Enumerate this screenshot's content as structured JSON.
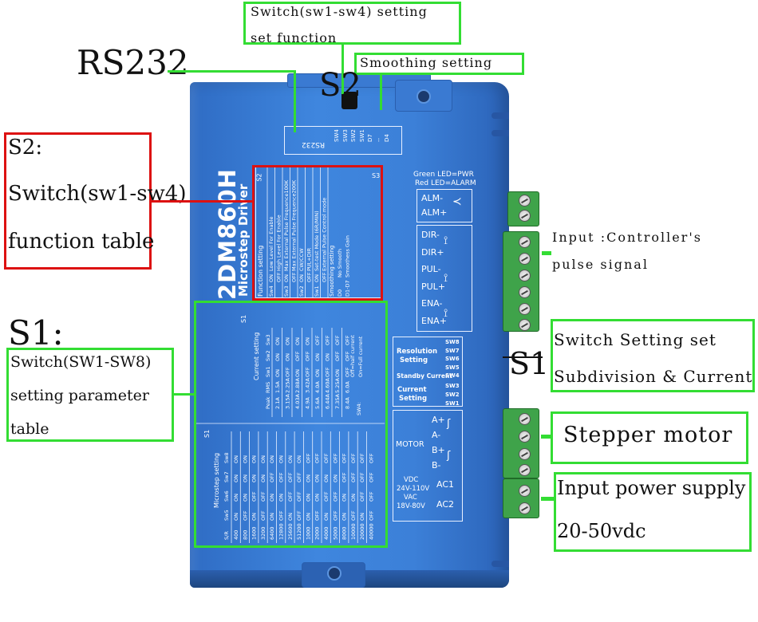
{
  "annotations": {
    "switch_setting_top": [
      "Switch(sw1-sw4) setting",
      "set function"
    ],
    "smoothing": "Smoothing setting",
    "rs232": "RS232",
    "s2_marker": "S2",
    "s2_table": [
      "S2:",
      "Switch(sw1-sw4)",
      "function table"
    ],
    "s1_marker": "S1:",
    "s1_table": [
      "Switch(SW1-SW8)",
      "setting parameter",
      "table"
    ],
    "input_pulse": [
      "Input :Controller's",
      "pulse signal"
    ],
    "s1_right_marker": "S1",
    "switch_setting_right": [
      "Switch Setting set",
      "Subdivision & Current"
    ],
    "stepper_motor": "Stepper motor",
    "input_power": [
      "Input power supply",
      "20-50vdc"
    ]
  },
  "driver": {
    "model": "2DM860H",
    "subtitle": "Microstep Driver",
    "rs232_label": "RS232",
    "top_switch_labels": [
      "SW4",
      "SW3",
      "SW2",
      "SW1",
      "D7",
      "--",
      "D4"
    ],
    "s2_header": "S2",
    "s3_header": "S3",
    "led_legend": [
      "Green LED=PWR",
      "Red LED=ALARM"
    ],
    "alarm_pins": [
      "ALM-",
      "ALM+"
    ],
    "signal_pins": [
      "DIR-",
      "DIR+",
      "PUL-",
      "PUL+",
      "ENA-",
      "ENA+"
    ],
    "function_table": {
      "title": "Function setting",
      "rows": [
        [
          "Sw4",
          "ON",
          "Low Level For Enable"
        ],
        [
          "",
          "OFF",
          "High Level For Enable"
        ],
        [
          "Sw3",
          "ON",
          "Max External Pulse Frequence100K"
        ],
        [
          "",
          "OFF",
          "Max External Pulse Frequence200K"
        ],
        [
          "Sw2",
          "ON",
          "CW/CCW"
        ],
        [
          "",
          "OFF",
          "PUL+DIR"
        ],
        [
          "Sw1",
          "ON",
          "Set-test Mode (6R/MIN)"
        ],
        [
          "",
          "OFF",
          "External Pulse Control mode"
        ]
      ],
      "smoothing_title": "Smoothing setting",
      "smoothing_rows": [
        [
          "D0",
          "No Smooth"
        ],
        [
          "D1-D7",
          "Smoothess Gain"
        ]
      ]
    },
    "current_table": {
      "title": "Current setting",
      "s1_header": "S1",
      "headers": [
        "Peak",
        "RMS",
        "Sw1",
        "Sw2",
        "Sw3"
      ],
      "rows": [
        [
          "2.1A",
          "1.5A",
          "ON",
          "ON",
          "ON"
        ],
        [
          "3.15A",
          "2.25A",
          "OFF",
          "ON",
          "ON"
        ],
        [
          "4.03A",
          "2.88A",
          "ON",
          "OFF",
          "ON"
        ],
        [
          "4.9A",
          "3.42A",
          "OFF",
          "OFF",
          "ON"
        ],
        [
          "5.6A",
          "4.0A",
          "ON",
          "ON",
          "OFF"
        ],
        [
          "6.44A",
          "4.60A",
          "OFF",
          "ON",
          "OFF"
        ],
        [
          "7.35A",
          "5.25A",
          "ON",
          "OFF",
          "OFF"
        ],
        [
          "8.4A",
          "6.0A",
          "OFF",
          "OFF",
          "OFF"
        ]
      ],
      "sw4_note": [
        "SW4:",
        "Off=half current",
        "On=Full current"
      ]
    },
    "microstep_table": {
      "title": "Microstep setting",
      "s1_header": "S1",
      "headers": [
        "S/R",
        "Sw5",
        "Sw6",
        "Sw7",
        "Sw8"
      ],
      "rows": [
        [
          "400",
          "ON",
          "ON",
          "ON",
          "ON"
        ],
        [
          "800",
          "OFF",
          "ON",
          "ON",
          "ON"
        ],
        [
          "1600",
          "ON",
          "OFF",
          "ON",
          "ON"
        ],
        [
          "3200",
          "OFF",
          "OFF",
          "ON",
          "ON"
        ],
        [
          "6400",
          "ON",
          "ON",
          "OFF",
          "ON"
        ],
        [
          "12800",
          "OFF",
          "ON",
          "OFF",
          "ON"
        ],
        [
          "25600",
          "ON",
          "OFF",
          "OFF",
          "ON"
        ],
        [
          "51200",
          "OFF",
          "OFF",
          "OFF",
          "ON"
        ],
        [
          "1000",
          "ON",
          "ON",
          "ON",
          "OFF"
        ],
        [
          "2000",
          "OFF",
          "ON",
          "ON",
          "OFF"
        ],
        [
          "4000",
          "ON",
          "OFF",
          "ON",
          "OFF"
        ],
        [
          "5000",
          "OFF",
          "OFF",
          "ON",
          "OFF"
        ],
        [
          "8000",
          "ON",
          "ON",
          "OFF",
          "OFF"
        ],
        [
          "10000",
          "OFF",
          "ON",
          "OFF",
          "OFF"
        ],
        [
          "20000",
          "ON",
          "OFF",
          "OFF",
          "OFF"
        ],
        [
          "40000",
          "OFF",
          "OFF",
          "OFF",
          "OFF"
        ]
      ]
    },
    "resolution_label": [
      "Resolution",
      "Setting"
    ],
    "resolution_switches": [
      "SW8",
      "SW7",
      "SW6",
      "SW5"
    ],
    "standby_label": "Standby Current",
    "standby_switch": "SW4",
    "current_label": [
      "Current",
      "Setting"
    ],
    "current_switches": [
      "SW3",
      "SW2",
      "SW1"
    ],
    "motor_label": "MOTOR",
    "motor_pins": [
      "A+",
      "A-",
      "B+",
      "B-"
    ],
    "power_label": [
      "VDC",
      "24V-110V",
      "VAC",
      "18V-80V"
    ],
    "power_pins": [
      "AC1",
      "AC2"
    ]
  }
}
